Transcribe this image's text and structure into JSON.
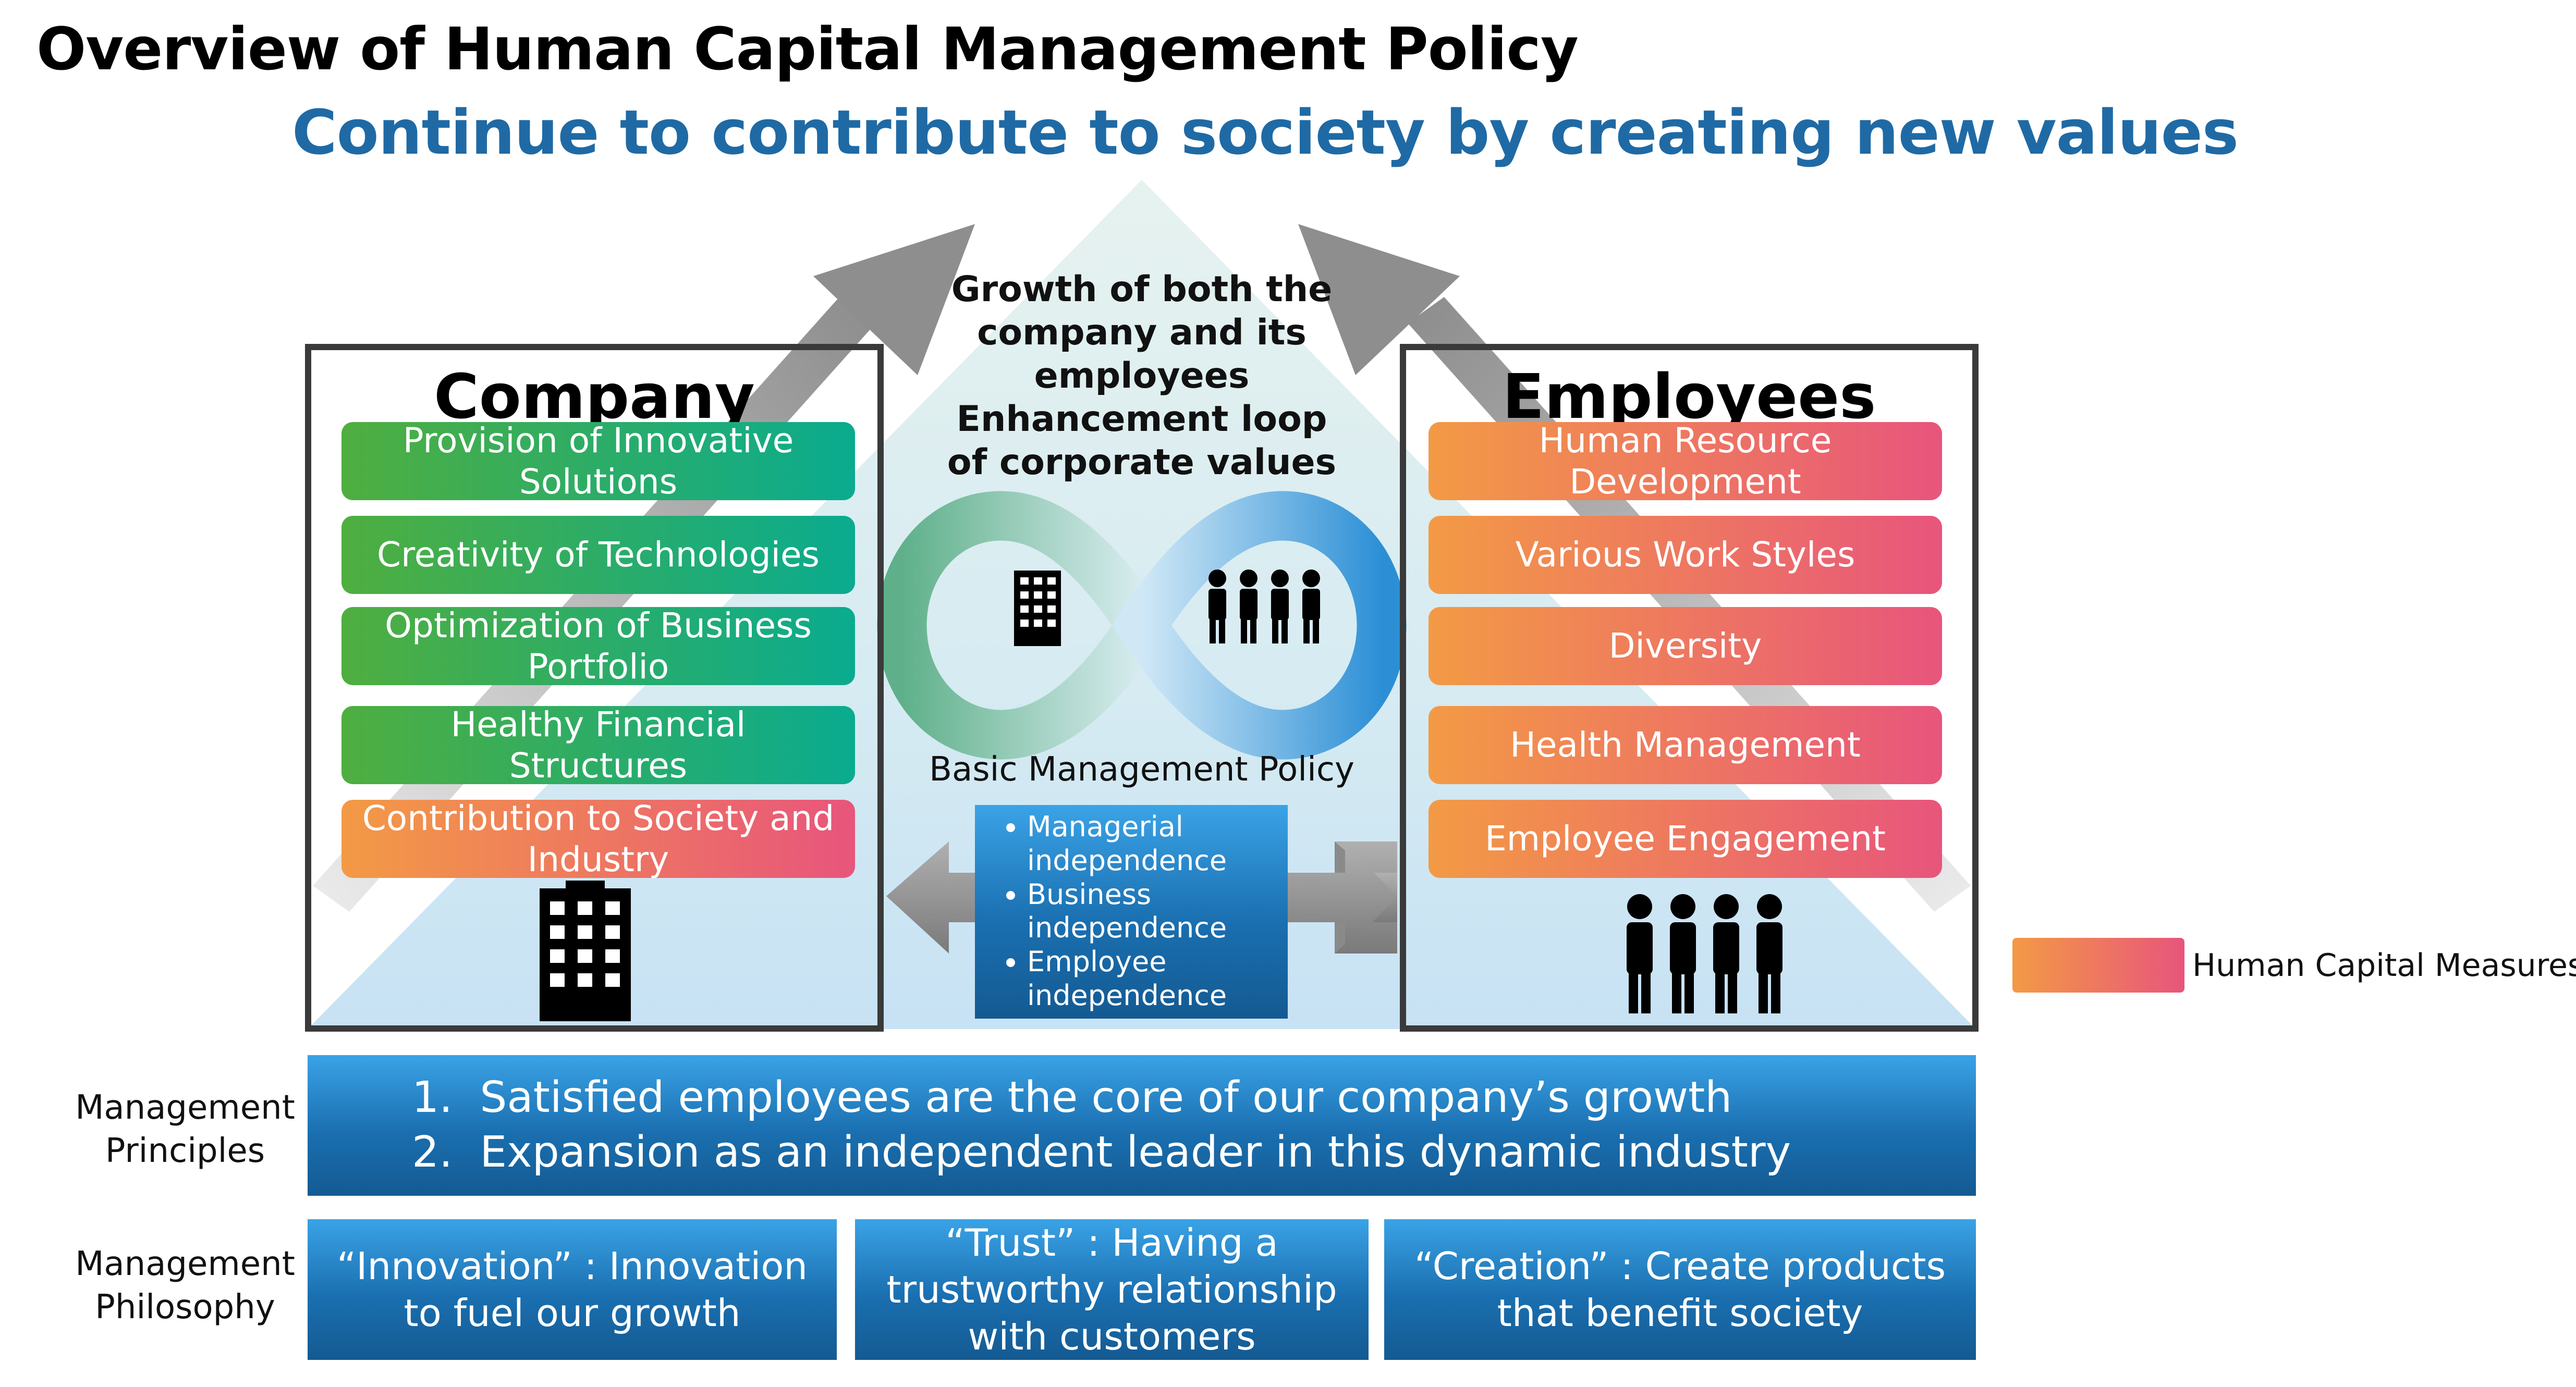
{
  "header": {
    "title": "Overview of Human Capital Management Policy",
    "subtitle": "Continue to contribute to society by creating new values"
  },
  "company": {
    "title": "Company",
    "items": [
      "Provision of Innovative Solutions",
      "Creativity of Technologies",
      "Optimization of Business Portfolio",
      "Healthy Financial Structures",
      "Contribution to Society and Industry"
    ]
  },
  "employees": {
    "title": "Employees",
    "items": [
      "Human Resource Development",
      "Various Work Styles",
      "Diversity",
      "Health Management",
      "Employee Engagement"
    ]
  },
  "center": {
    "growth_text": "Growth of both the company and its employees Enhancement loop of corporate values",
    "policy_title": "Basic Management Policy",
    "policy_items": [
      "Managerial independence",
      "Business independence",
      "Employee independence"
    ]
  },
  "legend": {
    "label": "Human Capital Measures"
  },
  "principles": {
    "label": "Management Principles",
    "items": [
      "Satisfied employees are the core of our company’s growth",
      "Expansion as an independent leader in this dynamic industry"
    ]
  },
  "philosophy": {
    "label": "Management Philosophy",
    "items": [
      "“Innovation” : Innovation to fuel our growth",
      "“Trust” : Having a trustworthy relationship with customers",
      "“Creation” : Create products that benefit society"
    ]
  },
  "colors": {
    "green_start": "#4fae3f",
    "green_end": "#0aab8f",
    "orange_start": "#f39a45",
    "orange_end": "#e8557c",
    "blue": "#1a6fb0",
    "title_blue": "#1f6aa5"
  },
  "icons": [
    "building-icon",
    "people-icon",
    "infinity-loop-icon",
    "double-arrow-icon",
    "growth-arrow-icon"
  ]
}
